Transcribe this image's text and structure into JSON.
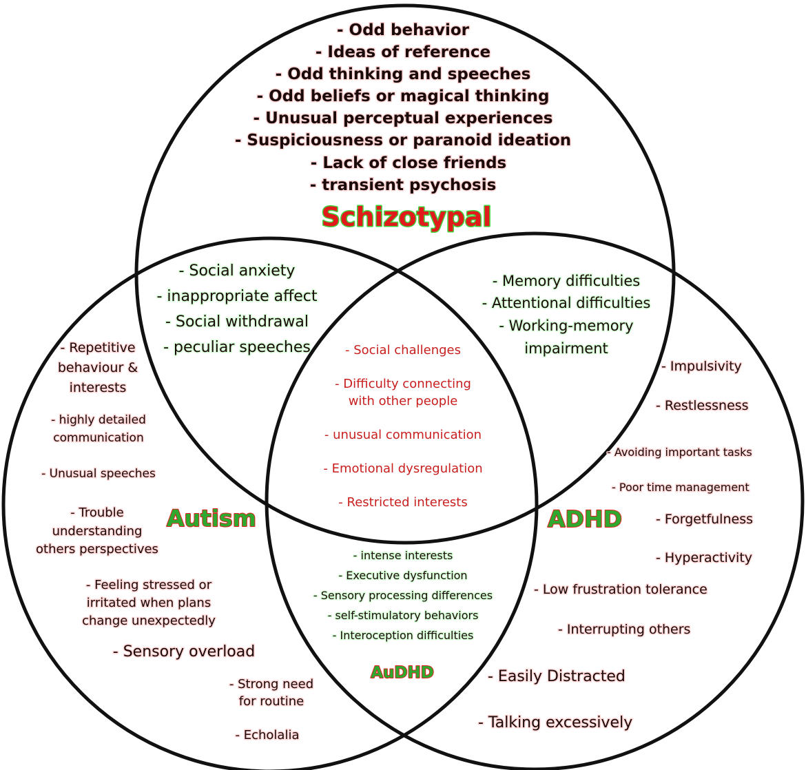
{
  "circles": [
    {
      "id": "schizotypal",
      "label": "Schizotypal"
    },
    {
      "id": "autism",
      "label": "Autism"
    },
    {
      "id": "adhd",
      "label": "ADHD"
    }
  ],
  "schizotypal_items": [
    "- Odd behavior",
    "- Ideas of reference",
    "- Odd thinking and speeches",
    "- Odd beliefs or magical thinking",
    "- Unusual perceptual experiences",
    "- Suspiciousness or paranoid ideation",
    "- Lack of close friends",
    "- transient psychosis"
  ],
  "schizo_autism_items": [
    "- Social anxiety",
    "-  inappropriate affect",
    "- Social withdrawal",
    "- peculiar speeches"
  ],
  "schizo_adhd_items": [
    "- Memory difficulties",
    "- Attentional difficulties",
    "- Working-memory",
    "impairment"
  ],
  "center_items": [
    "- Social challenges",
    "- Difficulty connecting",
    "with other people",
    "- unusual communication",
    "- Emotional dysregulation",
    "- Restricted interests"
  ],
  "autism_items": [
    "- Repetitive",
    "behaviour &",
    "interests",
    "- highly detailed",
    "communication",
    "- Unusual speeches",
    "- Trouble",
    "understanding",
    "others perspectives",
    "- Feeling stressed or",
    "irritated when plans",
    "change unexpectedly",
    "- Sensory overload",
    "- Strong need",
    "for routine",
    "- Echolalia"
  ],
  "audhd_items": [
    "- intense interests",
    "- Executive dysfunction",
    "- Sensory processing differences",
    "- self-stimulatory behaviors",
    "- Interoception difficulties"
  ],
  "audhd_label": "AuDHD",
  "adhd_items": [
    "- Impulsivity",
    "- Restlessness",
    "- Avoiding important tasks",
    "- Poor time management",
    "- Forgetfulness",
    "- Hyperactivity",
    "- Low frustration tolerance",
    "- Interrupting others",
    "- Easily Distracted",
    "- Talking excessively"
  ]
}
